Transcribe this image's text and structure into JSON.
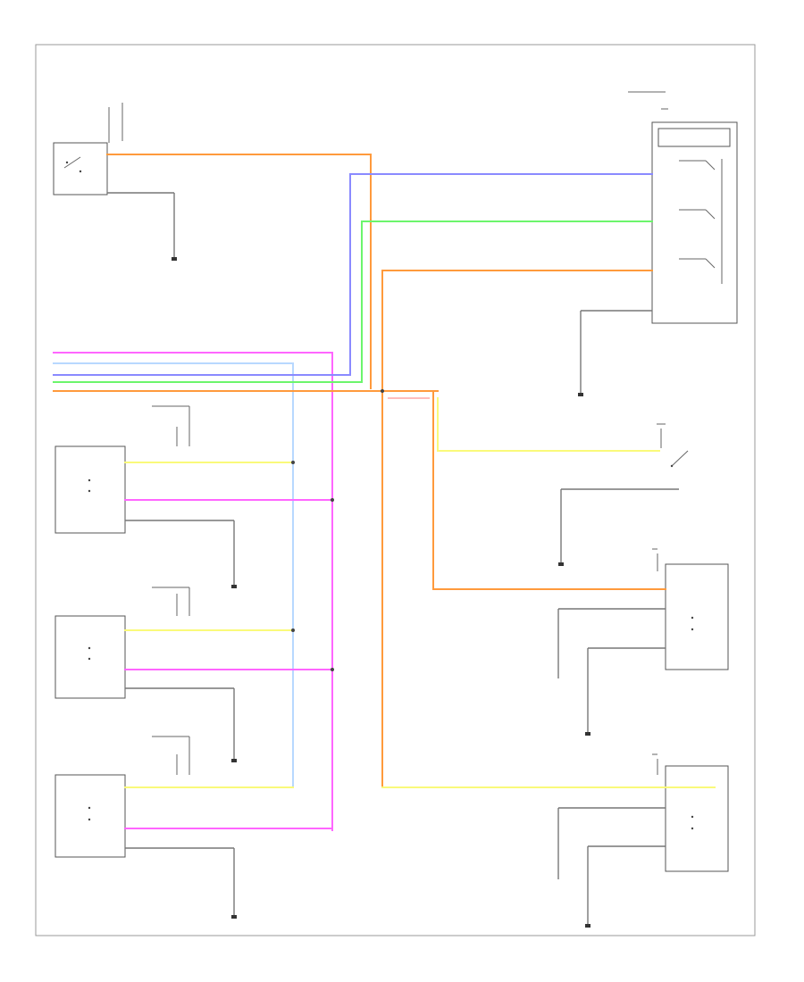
{
  "diagram": {
    "footer_code": "",
    "wire_colors": {
      "orange": "#ff9a3c",
      "blue": "#8a8aff",
      "green": "#6cf56c",
      "yellow": "#fafa7a",
      "magenta": "#ff66ff",
      "light_blue": "#b8d8ff",
      "gray": "#777777",
      "pink": "#ffbcbc"
    },
    "components": [
      {
        "id": "top-left-switch",
        "labels": [
          "",
          ""
        ]
      },
      {
        "id": "driver-multi-switch",
        "labels": [
          "",
          "",
          "",
          ""
        ]
      },
      {
        "id": "left-front-switch",
        "labels": [
          "",
          ""
        ]
      },
      {
        "id": "right-front-switch",
        "labels": [
          "",
          ""
        ]
      },
      {
        "id": "tailgate-switch",
        "labels": [
          "",
          ""
        ]
      },
      {
        "id": "right-front-door-switch",
        "labels": [
          "",
          ""
        ]
      },
      {
        "id": "left-rear-door-switch",
        "labels": [
          "",
          ""
        ]
      },
      {
        "id": "right-rear-door-switch",
        "labels": [
          "",
          ""
        ]
      }
    ]
  }
}
